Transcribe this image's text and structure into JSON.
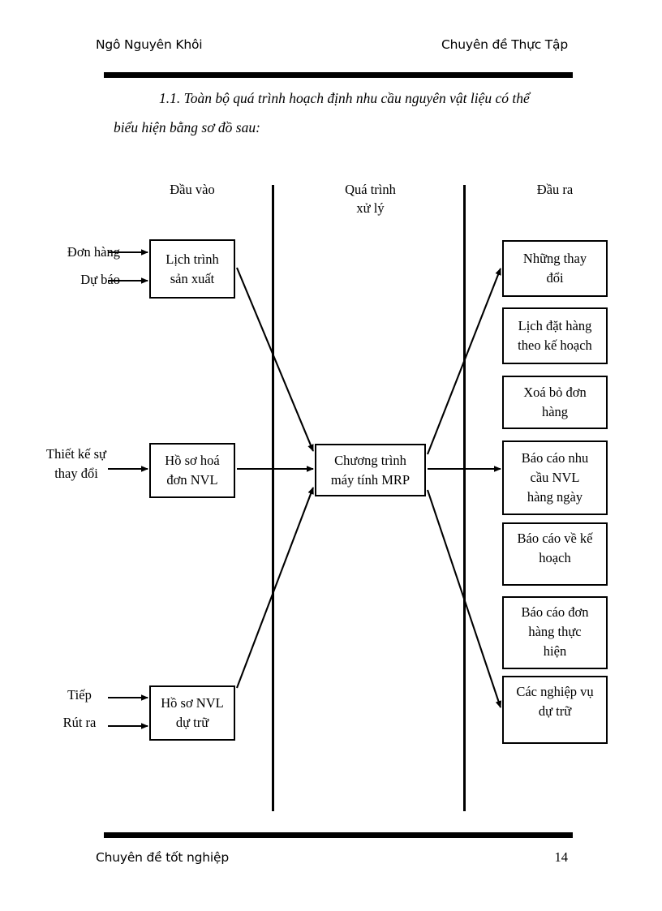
{
  "header": {
    "left": "Ngô Nguyên Khôi",
    "right": "Chuyên đề Thực Tập"
  },
  "intro": {
    "line1": "1.1. Toàn bộ quá trình hoạch định nhu cầu nguyên vật liệu có thể",
    "line2": "biểu hiện bằng sơ đồ sau:"
  },
  "diagram": {
    "columns": [
      {
        "id": "input",
        "label": "Đầu vào"
      },
      {
        "id": "process",
        "label": "Quá trình\nxử lý"
      },
      {
        "id": "output",
        "label": "Đầu ra"
      }
    ],
    "input_labels": [
      {
        "id": "don-hang",
        "text": "Đơn hàng"
      },
      {
        "id": "du-bao",
        "text": "Dự báo"
      },
      {
        "id": "thiet-ke",
        "text": "Thiết kế sự\nthay đổi"
      },
      {
        "id": "tiep",
        "text": "Tiếp"
      },
      {
        "id": "rut-ra",
        "text": "Rút ra"
      }
    ],
    "input_boxes": [
      {
        "id": "lich-trinh-san-xuat",
        "text": "Lịch trình\nsản xuất"
      },
      {
        "id": "ho-so-hoa-don-nvl",
        "text": "Hồ sơ hoá\nđơn NVL"
      },
      {
        "id": "ho-so-nvl-du-tru",
        "text": "Hồ sơ NVL\ndự trữ"
      }
    ],
    "process_box": {
      "id": "chuong-trinh-may-tinh-mrp",
      "text": "Chương trình\nmáy tính MRP"
    },
    "output_boxes": [
      {
        "id": "nhung-thay-doi",
        "text": "Những thay\nđổi"
      },
      {
        "id": "lich-dat-hang",
        "text": "Lịch đặt hàng\ntheo kế hoạch"
      },
      {
        "id": "xoa-bo-don-hang",
        "text": "Xoá bỏ đơn\nhàng"
      },
      {
        "id": "bao-cao-nhu-cau-nvl",
        "text": "Báo cáo nhu\ncầu NVL\nhàng ngày"
      },
      {
        "id": "bao-cao-ve-ke-hoach",
        "text": "Báo cáo về kế\nhoạch"
      },
      {
        "id": "bao-cao-don-hang",
        "text": "Báo cáo đơn\nhàng thực\nhiện"
      },
      {
        "id": "cac-nghiep-vu-du-tru",
        "text": "Các nghiệp vụ\ndự trữ"
      }
    ]
  },
  "footer": {
    "left": "Chuyên đề tốt nghiệp",
    "page": "14"
  },
  "colors": {
    "ink": "#000000",
    "paper": "#ffffff"
  }
}
